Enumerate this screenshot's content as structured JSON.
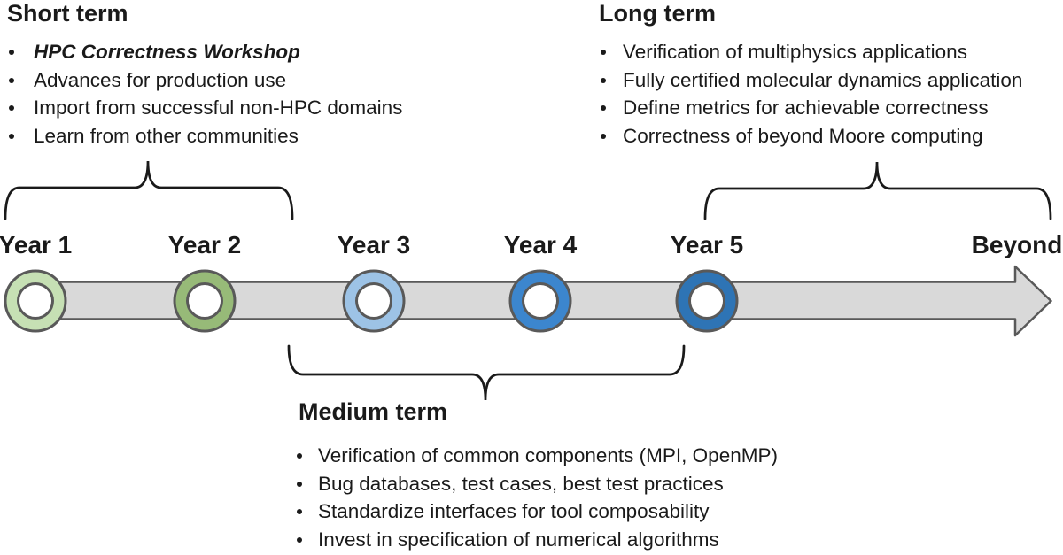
{
  "diagram": {
    "background": "#ffffff",
    "text_color": "#1a1a1a"
  },
  "sections": {
    "short_term": {
      "title": "Short term",
      "items": [
        {
          "text": "HPC Correctness Workshop",
          "style": "bold-italic"
        },
        {
          "text": "Advances for production use"
        },
        {
          "text": "Import from successful non-HPC domains"
        },
        {
          "text": "Learn from other communities"
        }
      ]
    },
    "medium_term": {
      "title": "Medium term",
      "items": [
        {
          "text": "Verification of common components (MPI, OpenMP)"
        },
        {
          "text": "Bug databases, test cases, best test practices"
        },
        {
          "text": "Standardize interfaces for tool composability"
        },
        {
          "text": "Invest in specification of numerical algorithms"
        }
      ]
    },
    "long_term": {
      "title": "Long term",
      "items": [
        {
          "text": "Verification of multiphysics applications"
        },
        {
          "text": "Fully certified molecular dynamics application"
        },
        {
          "text": "Define metrics for achievable correctness"
        },
        {
          "text": "Correctness of beyond Moore computing"
        }
      ]
    }
  },
  "timeline": {
    "years": [
      {
        "label": "Year 1",
        "ring_color": "#C6E0B4"
      },
      {
        "label": "Year 2",
        "ring_color": "#97BA78"
      },
      {
        "label": "Year 3",
        "ring_color": "#9DC3E6"
      },
      {
        "label": "Year 4",
        "ring_color": "#3C86CE"
      },
      {
        "label": "Year 5",
        "ring_color": "#2E74B5"
      }
    ],
    "beyond_label": "Beyond",
    "bar_fill": "#D9D9D9",
    "outline_color": "#595959",
    "inner_circle_fill": "#ffffff",
    "brace_color": "#1a1a1a"
  }
}
